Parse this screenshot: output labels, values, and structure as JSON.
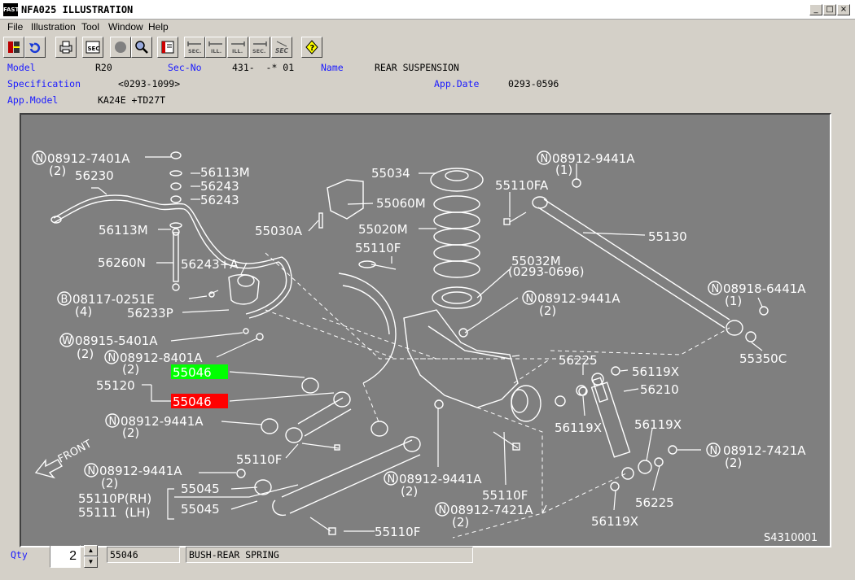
{
  "window": {
    "title": "NFA025 ILLUSTRATION",
    "app_icon_text": "FAST",
    "buttons": {
      "minimize": "_",
      "maximize": "□",
      "close": "×"
    }
  },
  "menu": [
    {
      "label": "File"
    },
    {
      "label": "Illustration"
    },
    {
      "label": "Tool"
    },
    {
      "label": "Window"
    },
    {
      "label": "Help"
    }
  ],
  "toolbar": {
    "buttons": [
      {
        "name": "exit-icon"
      },
      {
        "name": "undo-icon"
      },
      {
        "name": "print-icon"
      },
      {
        "name": "sec-icon",
        "text": "SEC"
      },
      {
        "name": "circle-icon"
      },
      {
        "name": "zoom-icon"
      },
      {
        "name": "book-icon"
      },
      {
        "name": "sec-prev-icon",
        "text": "SEC."
      },
      {
        "name": "ill-prev-icon",
        "text": "ILL."
      },
      {
        "name": "ill-next-icon",
        "text": "ILL."
      },
      {
        "name": "sec-next-icon",
        "text": "SEC."
      },
      {
        "name": "sec-search-icon",
        "text": "SEC"
      },
      {
        "name": "help-icon",
        "text": "?"
      }
    ]
  },
  "info": {
    "model_label": "Model",
    "model_value": "R20",
    "secno_label": "Sec-No",
    "secno_value": "431-  -* 01",
    "name_label": "Name",
    "name_value": "REAR SUSPENSION",
    "spec_label": "Specification",
    "spec_value": "<0293-1099>",
    "appdate_label": "App.Date",
    "appdate_value": "0293-0596",
    "appmodel_label": "App.Model",
    "appmodel_value": "KA24E +TD27T"
  },
  "illustration": {
    "drawing_code": "S4310001",
    "front_label": "FRONT",
    "highlight_colors": {
      "green": "#00ff00",
      "red": "#ff0000"
    },
    "labels": {
      "p1": "08912-7401A",
      "p1q": "(2)",
      "p2": "56230",
      "p3": "56113M",
      "p4": "56243",
      "p5": "56243",
      "p6": "56113M",
      "p7": "56260N",
      "p8": "56243+A",
      "p9": "08117-0251E",
      "p9q": "(4)",
      "p10": "56233P",
      "p11": "08915-5401A",
      "p11q": "(2)",
      "p12": "08912-8401A",
      "p12q": "(2)",
      "p13": "55120",
      "p14": "55046",
      "p15": "55046",
      "p16": "08912-9441A",
      "p16q": "(2)",
      "p17": "55110F",
      "p18": "08912-9441A",
      "p18q": "(2)",
      "p19": "55110P(RH)",
      "p20": "55111  (LH)",
      "p21": "55045",
      "p22": "55045",
      "p23": "55110F",
      "p24": "55034",
      "p25": "55060M",
      "p26": "55030A",
      "p27": "55020M",
      "p28": "55110F",
      "p29": "55032M",
      "p29b": "(0293-0696)",
      "p30": "08912-9441A",
      "p30q": "(2)",
      "p31": "08912-9441A",
      "p31q": "(2)",
      "p32": "55110F",
      "p33": "08912-7421A",
      "p33q": "(2)",
      "p34": "08912-9441A",
      "p34q": "(1)",
      "p35": "55110FA",
      "p36": "55130",
      "p37": "08918-6441A",
      "p37q": "(1)",
      "p38": "55350C",
      "p39": "56225",
      "p40": "56119X",
      "p41": "56210",
      "p42": "56119X",
      "p43": "56119X",
      "p44": "08912-7421A",
      "p44q": "(2)",
      "p45": "56225",
      "p46": "56119X"
    },
    "circle_letters": {
      "n": "N",
      "b": "B",
      "w": "W"
    }
  },
  "status": {
    "qty_label": "Qty",
    "qty_value": "2",
    "part_no": "55046",
    "part_desc": "BUSH-REAR SPRING"
  }
}
